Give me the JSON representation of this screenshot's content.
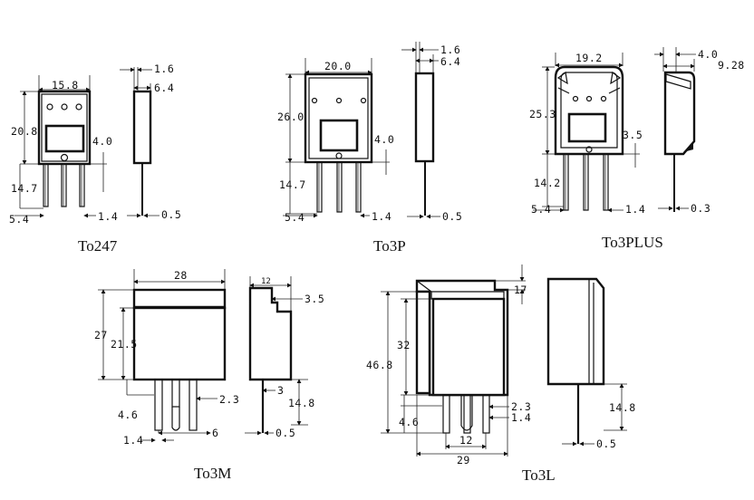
{
  "packages": {
    "to247": {
      "caption": "To247",
      "dims": {
        "width": "15.8",
        "thick_top": "1.6",
        "thick_body": "6.4",
        "height": "20.8",
        "pin_off": "4.0",
        "lead": "14.7",
        "pitch": "5.4",
        "pin_w": "1.4",
        "lead_t": "0.5"
      }
    },
    "to3p": {
      "caption": "To3P",
      "dims": {
        "width": "20.0",
        "thick_top": "1.6",
        "thick_body": "6.4",
        "height": "26.0",
        "pin_off": "4.0",
        "lead": "14.7",
        "pitch": "5.4",
        "pin_w": "1.4",
        "lead_t": "0.5"
      }
    },
    "to3plus": {
      "caption": "To3PLUS",
      "dims": {
        "width": "19.2",
        "thick_top": "4.0",
        "thick_body": "9.28",
        "height": "25.3",
        "pin_off": "3.5",
        "lead": "14.2",
        "pitch": "5.4",
        "pin_w": "1.4",
        "lead_t": "0.3"
      }
    },
    "to3m": {
      "caption": "To3M",
      "dims": {
        "width": "28",
        "side_w": "12",
        "step": "3.5",
        "height": "27",
        "body_h": "21.5",
        "pin_gap": "2.3",
        "pin_t": "3",
        "lead": "14.8",
        "pin_off": "4.6",
        "pin_w": "1.4",
        "pitch": "6",
        "lead_t": "0.5"
      }
    },
    "to3l": {
      "caption": "To3L",
      "dims": {
        "tab": "17",
        "body_h": "32",
        "height": "46.8",
        "pin_gap": "2.3",
        "pin_w": "1.4",
        "pin_off": "4.6",
        "span": "12",
        "width": "29",
        "lead": "14.8",
        "lead_t": "0.5"
      }
    }
  }
}
